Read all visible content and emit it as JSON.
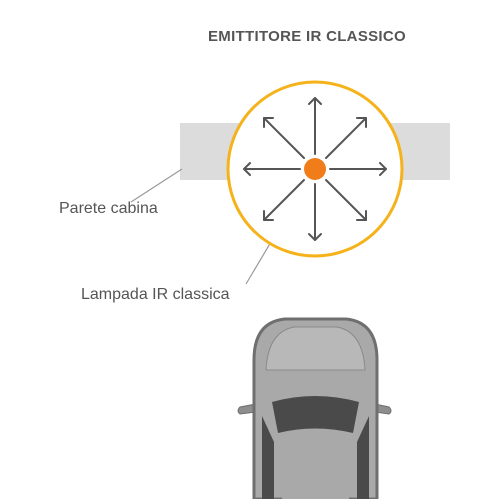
{
  "diagram": {
    "title": "EMITTITORE IR CLASSICO",
    "labels": {
      "wall": "Parete cabina",
      "lamp": "Lampada IR classica"
    },
    "icons": [
      "infrared-lamp-icon",
      "radiation-arrow-icon",
      "car-icon"
    ],
    "colors": {
      "text": "#555555",
      "wall": "#dcdcdc",
      "ring": "#f5b21b",
      "lamp": "#f07d1a",
      "arrows": "#555555",
      "leader_lines": "#999999",
      "car_body": "#a9a9a9",
      "car_outline": "#6f6f6f",
      "car_glass": "#4a4a4a"
    }
  }
}
